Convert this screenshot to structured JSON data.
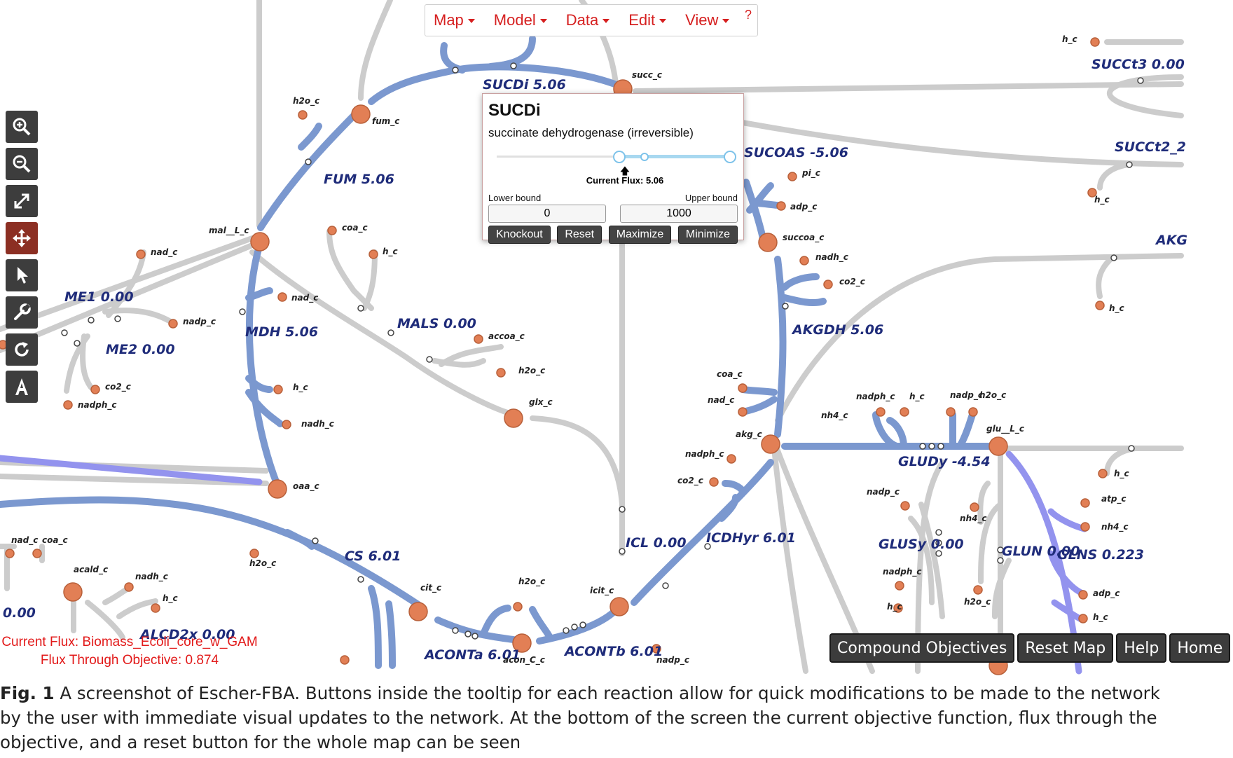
{
  "menu": {
    "items": [
      {
        "label": "Map"
      },
      {
        "label": "Model"
      },
      {
        "label": "Data"
      },
      {
        "label": "Edit"
      },
      {
        "label": "View"
      }
    ],
    "help_label": "?"
  },
  "toolbar": {
    "tools": [
      {
        "icon": "zoom-in-icon"
      },
      {
        "icon": "zoom-out-icon"
      },
      {
        "icon": "fit-screen-icon"
      },
      {
        "icon": "pan-tool-icon",
        "active": true
      },
      {
        "icon": "select-tool-icon"
      },
      {
        "icon": "wrench-tool-icon"
      },
      {
        "icon": "rotate-tool-icon"
      },
      {
        "icon": "text-tool-icon"
      }
    ]
  },
  "tooltip": {
    "reaction_id": "SUCDi",
    "reaction_name": "succinate dehydrogenase (irreversible)",
    "current_flux_text": "Current Flux: 5.06",
    "current_flux": 5.06,
    "lower_bound_label": "Lower bound",
    "upper_bound_label": "Upper bound",
    "lower_bound": "0",
    "upper_bound": "1000",
    "buttons": {
      "knockout": "Knockout",
      "reset": "Reset",
      "maximize": "Maximize",
      "minimize": "Minimize"
    }
  },
  "status": {
    "objective_text": "Current Flux: Biomass_Ecoli_core_w_GAM",
    "flux_text": "Flux Through Objective: 0.874"
  },
  "bottom_buttons": {
    "compound": "Compound Objectives",
    "reset_map": "Reset Map",
    "help": "Help",
    "home": "Home"
  },
  "caption": {
    "label": "Fig. 1",
    "text": " A screenshot of Escher-FBA. Buttons inside the tooltip for each reaction allow for quick modifications to be made to the network by the user with immediate visual updates to the network. At the bottom of the screen the current objective function, flux through the objective, and a reset button for the whole map can be seen"
  },
  "map": {
    "colors": {
      "active": "#7b98cf",
      "inactive": "#cccccc",
      "node": "#e27f55",
      "purple": "#9393ee"
    },
    "reactions": [
      {
        "label": "SUCDi 5.06"
      },
      {
        "label": "FUM 5.06"
      },
      {
        "label": "MDH 5.06"
      },
      {
        "label": "MALS 0.00"
      },
      {
        "label": "ME1 0.00"
      },
      {
        "label": "ME2 0.00"
      },
      {
        "label": "CS 6.01"
      },
      {
        "label": "ACONTa 6.01"
      },
      {
        "label": "ACONTb 6.01"
      },
      {
        "label": "ICL 0.00"
      },
      {
        "label": "ICDHyr 6.01"
      },
      {
        "label": "AKGDH 5.06"
      },
      {
        "label": "SUCOAS -5.06"
      },
      {
        "label": "GLUDy -4.54"
      },
      {
        "label": "GLUSy 0.00"
      },
      {
        "label": "GLUN 0.00"
      },
      {
        "label": "GLNS 0.223"
      },
      {
        "label": "SUCCt3 0.00"
      },
      {
        "label": "SUCCt2_2"
      },
      {
        "label": "AKG"
      },
      {
        "label": "0.00"
      },
      {
        "label": "ALCD2x 0.00"
      }
    ],
    "metabolites": [
      {
        "label": "succ_c"
      },
      {
        "label": "fum_c"
      },
      {
        "label": "h2o_c"
      },
      {
        "label": "mal__L_c"
      },
      {
        "label": "nad_c"
      },
      {
        "label": "nadp_c"
      },
      {
        "label": "coa_c"
      },
      {
        "label": "h_c"
      },
      {
        "label": "accoa_c"
      },
      {
        "label": "glx_c"
      },
      {
        "label": "co2_c"
      },
      {
        "label": "nadph_c"
      },
      {
        "label": "nadh_c"
      },
      {
        "label": "oaa_c"
      },
      {
        "label": "cit_c"
      },
      {
        "label": "acon_C_c"
      },
      {
        "label": "icit_c"
      },
      {
        "label": "akg_c"
      },
      {
        "label": "succoa_c"
      },
      {
        "label": "pi_c"
      },
      {
        "label": "adp_c"
      },
      {
        "label": "glu__L_c"
      },
      {
        "label": "nh4_c"
      },
      {
        "label": "atp_c"
      },
      {
        "label": "acald_c"
      }
    ]
  }
}
